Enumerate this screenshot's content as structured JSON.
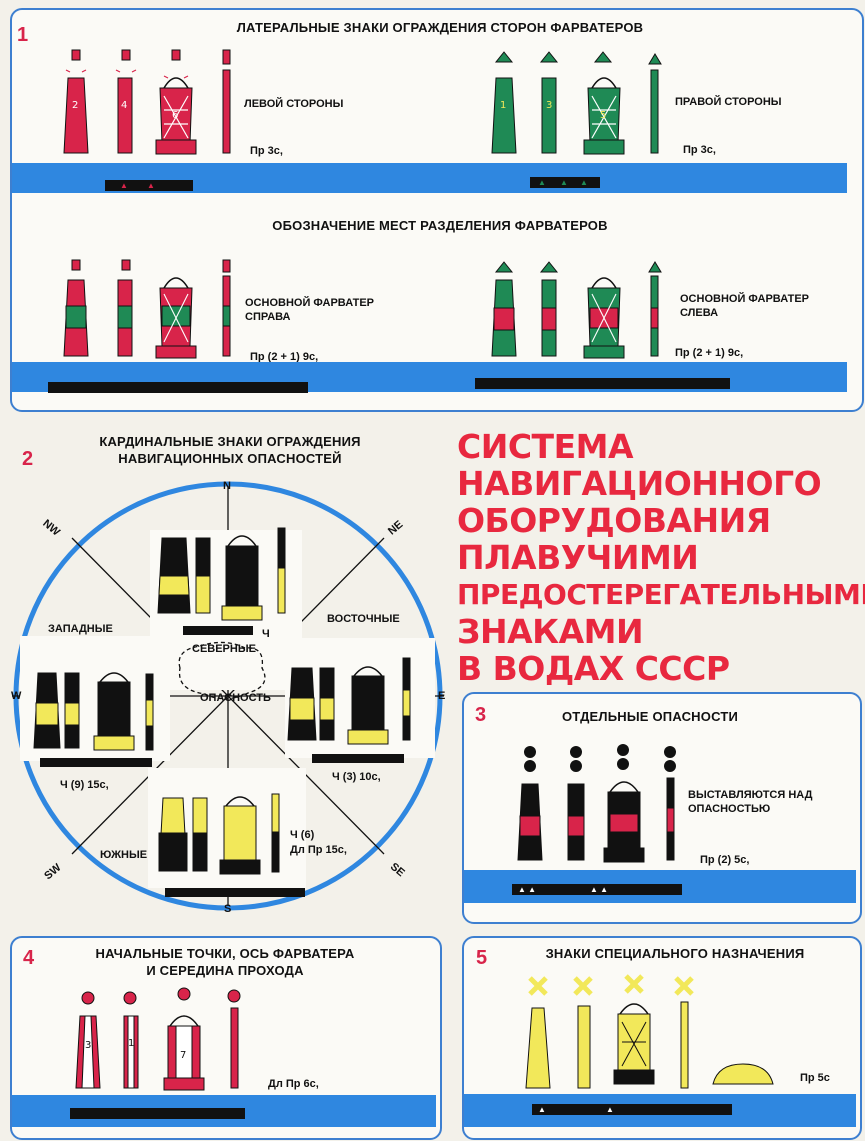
{
  "section1": {
    "number": "1",
    "title": "ЛАТЕРАЛЬНЫЕ ЗНАКИ ОГРАЖДЕНИЯ СТОРОН ФАРВАТЕРОВ",
    "left_label": "ЛЕВОЙ СТОРОНЫ",
    "left_light": "Пр 3с,",
    "right_label": "ПРАВОЙ СТОРОНЫ",
    "right_light": "Пр 3с,",
    "left_buoy_numbers": [
      "2",
      "4",
      "6"
    ],
    "right_buoy_numbers": [
      "1",
      "3",
      "5"
    ],
    "subtitle": "ОБОЗНАЧЕНИЕ МЕСТ РАЗДЕЛЕНИЯ ФАРВАТЕРОВ",
    "split_right_label_1": "ОСНОВНОЙ ФАРВАТЕР",
    "split_right_label_2": "СПРАВА",
    "split_right_light": "Пр (2 + 1) 9с,",
    "split_left_label_1": "ОСНОВНОЙ ФАРВАТЕР",
    "split_left_label_2": "СЛЕВА",
    "split_left_light": "Пр (2 + 1) 9с,"
  },
  "section2": {
    "number": "2",
    "title_1": "КАРДИНАЛЬНЫЕ ЗНАКИ ОГРАЖДЕНИЯ",
    "title_2": "НАВИГАЦИОННЫХ ОПАСНОСТЕЙ",
    "dir_n": "N",
    "dir_s": "S",
    "dir_e": "E",
    "dir_w": "W",
    "dir_nw": "NW",
    "dir_ne": "NE",
    "dir_sw": "SW",
    "dir_se": "SE",
    "north_label": "СЕВЕРНЫЕ",
    "north_light": "Ч",
    "west_label": "ЗАПАДНЫЕ",
    "west_light": "Ч (9) 15с,",
    "east_label": "ВОСТОЧНЫЕ",
    "east_light": "Ч (3) 10с,",
    "south_label": "ЮЖНЫЕ",
    "south_light_1": "Ч (6)",
    "south_light_2": "Дл Пр 15с,",
    "danger_label": "ОПАСНОСТЬ"
  },
  "main_title": [
    "СИСТЕМА",
    "НАВИГАЦИОННОГО",
    "ОБОРУДОВАНИЯ",
    "ПЛАВУЧИМИ",
    "ПРЕДОСТЕРЕГАТЕЛЬНЫМИ",
    "ЗНАКАМИ",
    "В ВОДАХ СССР"
  ],
  "section3": {
    "number": "3",
    "title": "ОТДЕЛЬНЫЕ ОПАСНОСТИ",
    "label_1": "ВЫСТАВЛЯЮТСЯ НАД",
    "label_2": "ОПАСНОСТЬЮ",
    "light": "Пр (2)  5с,"
  },
  "section4": {
    "number": "4",
    "title_1": "НАЧАЛЬНЫЕ ТОЧКИ, ОСЬ ФАРВАТЕРА",
    "title_2": "И СЕРЕДИНА ПРОХОДА",
    "buoy_numbers": [
      "3",
      "1",
      "7"
    ],
    "light": "Дл Пр 6с,"
  },
  "section5": {
    "number": "5",
    "title": "ЗНАКИ СПЕЦИАЛЬНОГО НАЗНАЧЕНИЯ",
    "light": "Пр 5с"
  },
  "colors": {
    "red": "#d8244a",
    "green": "#1f8a55",
    "yellow": "#f2e85a",
    "water": "#2f87e0",
    "frame": "#3d7fd0",
    "title_red": "#e8283f"
  }
}
